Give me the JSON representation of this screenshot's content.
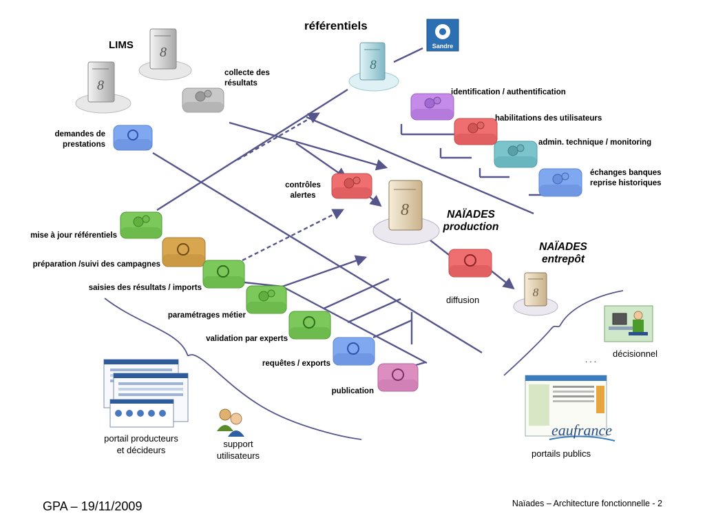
{
  "diagram": {
    "referentiels": "référentiels",
    "sandre_logo": "Sandre",
    "lims": "LIMS",
    "collecte": [
      "collecte des",
      "résultats"
    ],
    "demandes": [
      "demandes de",
      "prestations"
    ],
    "identification": "identification / authentification",
    "habilitations": "habilitations des utilisateurs",
    "admin": "admin. technique / monitoring",
    "echanges": [
      "échanges banques",
      "reprise historiques"
    ],
    "controles": [
      "contrôles",
      "alertes"
    ],
    "naiades_production": [
      "NAÏADES",
      "production"
    ],
    "naiades_entrepot": [
      "NAÏADES",
      "entrepôt"
    ],
    "diffusion": "diffusion",
    "mise_a_jour": "mise à jour référentiels",
    "preparation": "préparation /suivi des campagnes",
    "saisies": "saisies des résultats / imports",
    "parametrages": "paramétrages métier",
    "validation": "validation par experts",
    "requetes": "requêtes / exports",
    "publication": "publication",
    "decisionnel": "décisionnel",
    "ellipsis": ". . .",
    "portail_producteurs": [
      "portail producteurs",
      "et décideurs"
    ],
    "support": [
      "support",
      "utilisateurs"
    ],
    "eaufrance_logo": "eaufrance",
    "portails_publics": "portails publics"
  },
  "footer": {
    "left": "GPA – 19/11/2009",
    "right": "Naïades – Architecture fonctionnelle - 2"
  },
  "colors": {
    "line": "#55558c",
    "green": "#7cc85a",
    "red": "#ef6f70",
    "blue": "#80a8f0",
    "purple": "#c58be8",
    "teal": "#7bc4cc",
    "orange": "#d9a650",
    "pink": "#dd8ec0",
    "gray": "#c8c8c8"
  }
}
